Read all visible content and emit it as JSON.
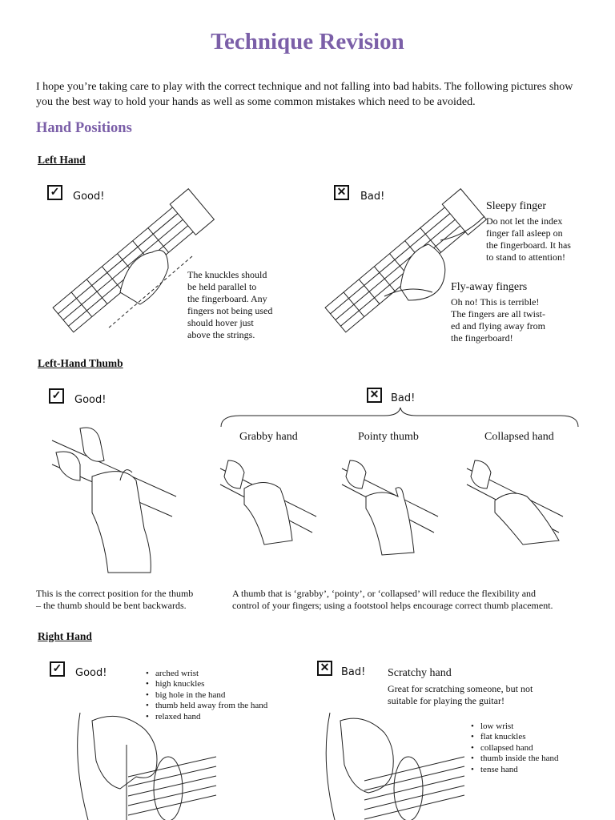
{
  "title": "Technique Revision",
  "intro": "I hope you’re taking care to play with the correct technique and not falling into bad habits. The following pictures show you the best way to hold your hands as well as some common mistakes which need to be avoided.",
  "hand_positions": "Hand Positions",
  "left_hand": {
    "heading": "Left Hand",
    "good_label": "Good!",
    "bad_label": "Bad!",
    "good_caption": [
      "The knuckles should",
      "be held parallel to",
      "the fingerboard. Any",
      "fingers not being used",
      "should hover just",
      "above the strings."
    ],
    "sleepy_title": "Sleepy finger",
    "sleepy_text": [
      "Do not let the index",
      "finger fall asleep on",
      "the fingerboard. It has",
      "to stand to attention!"
    ],
    "flyaway_title": "Fly-away fingers",
    "flyaway_text": [
      "Oh no! This is terrible!",
      "The fingers are all twist-",
      "ed and flying away from",
      "the fingerboard!"
    ]
  },
  "thumb": {
    "heading": "Left-Hand Thumb",
    "good_label": "Good!",
    "bad_label": "Bad!",
    "grabby": "Grabby hand",
    "pointy": "Pointy thumb",
    "collapsed": "Collapsed hand",
    "good_caption": [
      "This is the correct position for the thumb",
      "– the thumb should be bent backwards."
    ],
    "bad_caption": [
      "A thumb that is ‘grabby’, ‘pointy’, or ‘collapsed’ will reduce the flexibility and",
      "control of your fingers; using a footstool helps encourage correct thumb placement."
    ]
  },
  "right_hand": {
    "heading": "Right Hand",
    "good_label": "Good!",
    "bad_label": "Bad!",
    "good_points": [
      "arched wrist",
      "high knuckles",
      "big hole in the hand",
      "thumb held away from the hand",
      "relaxed hand"
    ],
    "scratchy_title": "Scratchy hand",
    "scratchy_text": [
      "Great for scratching someone, but not",
      "suitable for playing the guitar!"
    ],
    "bad_points": [
      "low wrist",
      "flat knuckles",
      "collapsed hand",
      "thumb inside the hand",
      "tense hand"
    ]
  },
  "icons": {
    "good": "checkmark-box-icon",
    "bad": "cross-box-icon"
  },
  "colors": {
    "heading": "#7b5fa8"
  }
}
